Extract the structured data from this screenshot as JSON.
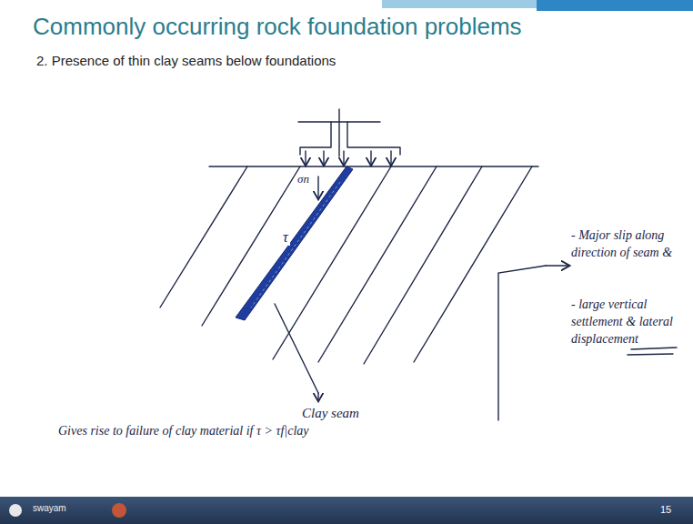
{
  "diagram": {
    "title": "Commonly occurring rock foundation problems",
    "labels": [
      "2. Presence of thin clay seams below foundations",
      "σn",
      "τ",
      "Clay seam",
      "Gives rise to failure of clay material if τ > τf|clay",
      "- Major slip along direction of seam &",
      "- large vertical settlement & lateral displacement",
      "swayam",
      "15"
    ]
  }
}
